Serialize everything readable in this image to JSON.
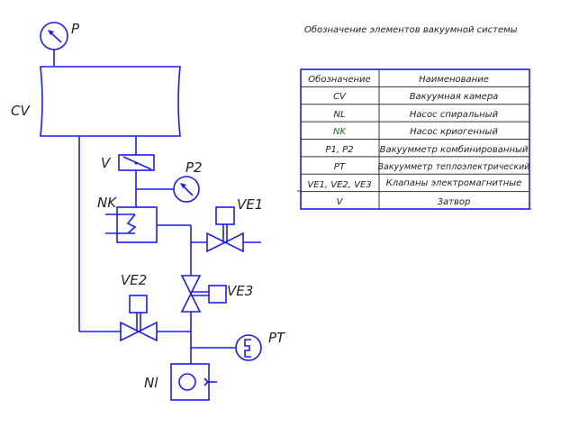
{
  "title": "Обозначение элементов вакуумной системы",
  "labels": {
    "P": "P",
    "CV": "CV",
    "V": "V",
    "P2": "P2",
    "NK": "NK",
    "VE1": "VE1",
    "VE2": "VE2",
    "VE3": "VE3",
    "PT": "PT",
    "NL": "Nl"
  },
  "legend_table": {
    "headers": [
      "Обозначение",
      "Наименование"
    ],
    "rows": [
      {
        "code": "CV",
        "name": "Вакуумная камера",
        "code_color": "#222222"
      },
      {
        "code": "NL",
        "name": "Насос  спиральный",
        "code_color": "#222222"
      },
      {
        "code": "NK",
        "name": "Насос криогенный",
        "code_color": "#1a6b1a"
      },
      {
        "code": "P1, P2",
        "name": "Вакуумметр комбинированный",
        "code_color": "#222222"
      },
      {
        "code": "PT",
        "name": "Вакуумметр теплоэлектрический",
        "code_color": "#222222"
      },
      {
        "code": "VE1, VE2, VE3",
        "name": "Клапаны электромагнитные",
        "code_color": "#222222"
      },
      {
        "code": "V",
        "name": "Затвор",
        "code_color": "#222222"
      }
    ]
  },
  "colors": {
    "line": "#1a1aff",
    "text": "#222222",
    "highlight_code": "#1a6b1a"
  }
}
